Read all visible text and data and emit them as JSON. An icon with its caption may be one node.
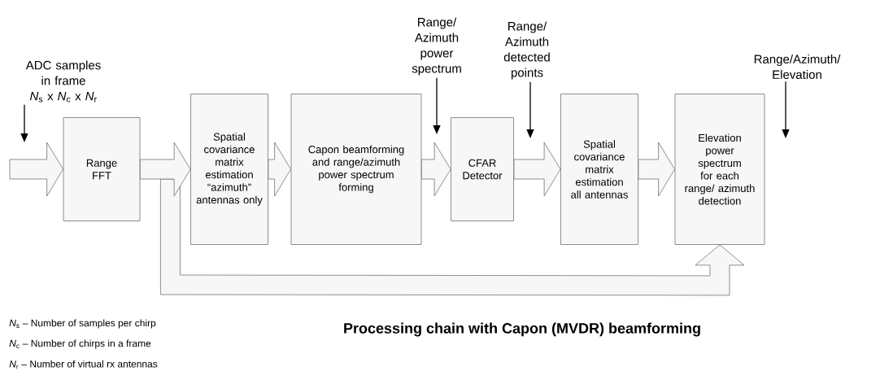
{
  "diagram": {
    "caption": "Processing chain with Capon (MVDR) beamforming",
    "nodes": [
      {
        "text": [
          "Range FFT"
        ]
      },
      {
        "text": [
          "Spatial covariance matrix estimation “azimuth” antennas only"
        ]
      },
      {
        "text": [
          "Capon beamforming and range/azimuth power spectrum forming"
        ]
      },
      {
        "text": [
          "CFAR Detector"
        ]
      },
      {
        "text": [
          "Spatial covariance matrix estimation all antennas"
        ]
      },
      {
        "text": [
          "Elevation power spectrum for each range/ azimuth detection"
        ]
      },
      {
        "text": [
          "ADC samples in frame",
          "*N*$_{s}$ x *N*$_{c}$ x *N*$_{r}$"
        ]
      },
      {
        "text": [
          "Range/ Azimuth power spectrum"
        ]
      },
      {
        "text": [
          "Range/ Azimuth detected points"
        ]
      },
      {
        "text": [
          "Range/Azimuth/ Elevation"
        ]
      }
    ],
    "edges": [
      {
        "from": null,
        "to": 0,
        "arrow": "to"
      },
      {
        "from": 0,
        "to": 1,
        "arrow": "to"
      },
      {
        "from": 1,
        "to": 2,
        "arrow": "to"
      },
      {
        "from": 2,
        "to": 3,
        "arrow": "to"
      },
      {
        "from": 3,
        "to": 4,
        "arrow": "to"
      },
      {
        "from": 4,
        "to": 5,
        "arrow": "to"
      },
      {
        "from": 0,
        "to": 5,
        "arrow": "to"
      },
      {
        "from": 6,
        "to": null,
        "arrow": "to"
      },
      {
        "from": 7,
        "to": null,
        "arrow": "to"
      },
      {
        "from": 8,
        "to": null,
        "arrow": "to"
      },
      {
        "from": 9,
        "to": null,
        "arrow": "to"
      }
    ],
    "labels": [
      "*N*$_{s}$ – Number of samples per chirp",
      "*N*$_{c}$ – Number of chirps in a frame",
      "*N*$_{r}$ – Number of virtual rx antennas"
    ]
  }
}
